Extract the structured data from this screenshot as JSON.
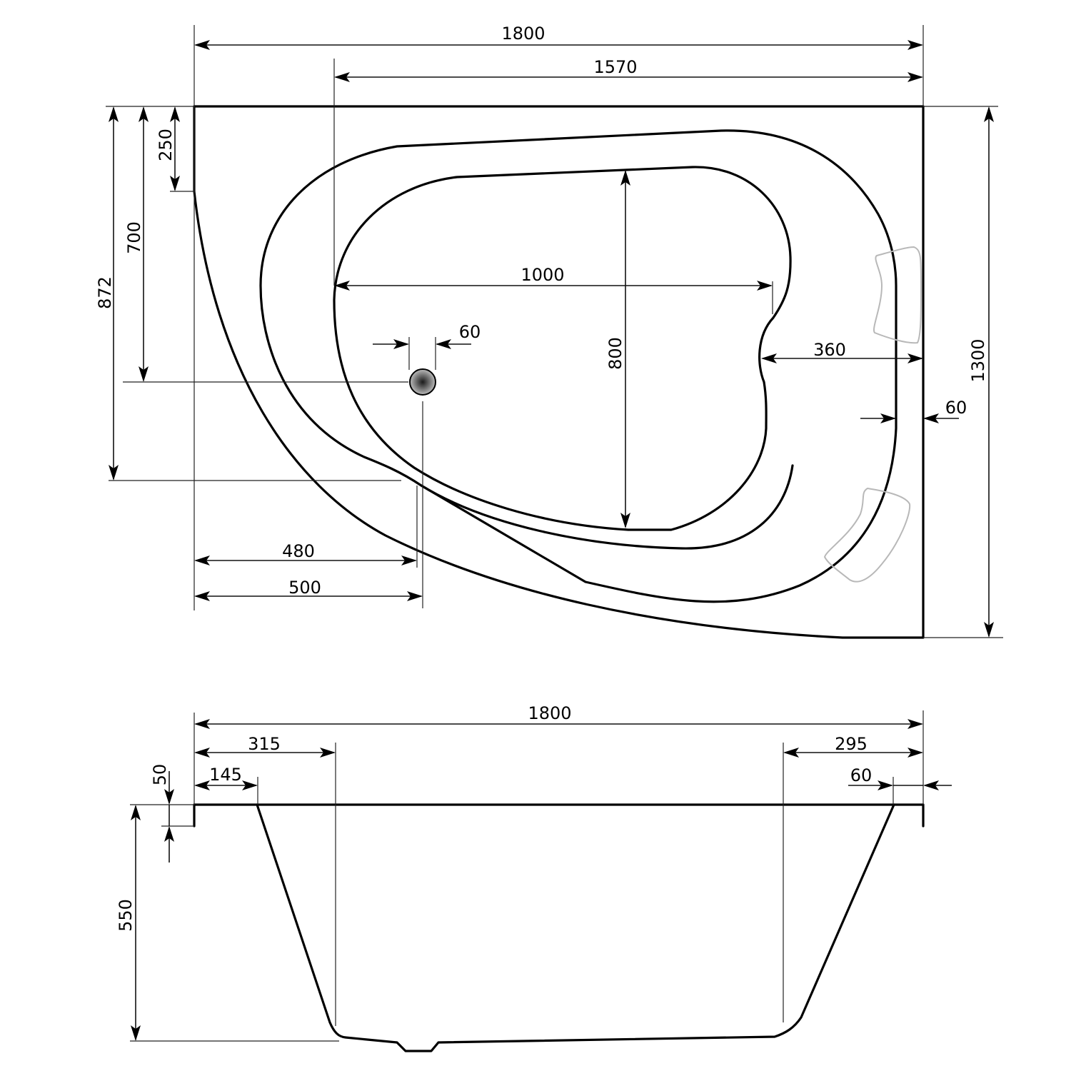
{
  "drawing": {
    "type": "corner bathtub technical drawing",
    "units": "mm",
    "line_color": "#000000",
    "headrest_color": "#b8b8b8"
  },
  "top_view": {
    "dimensions": {
      "overall_length": "1800",
      "length_from_inner_edge": "1570",
      "overall_width": "1300",
      "left_straight_edge": "250",
      "drain_from_top": "700",
      "curve_transition_from_top": "872",
      "basin_length": "1000",
      "basin_width": "800",
      "drain_diameter": "60",
      "right_rim_width": "60",
      "basin_to_right_edge": "360",
      "drain_from_left": "500",
      "curve_transition_from_left": "480"
    },
    "features": [
      "outer-rim",
      "inner-rim",
      "basin-outline",
      "drain",
      "headrest-upper",
      "headrest-lower"
    ]
  },
  "side_view": {
    "dimensions": {
      "overall_length": "1800",
      "left_slope_top": "315",
      "left_rim": "145",
      "right_slope_top": "295",
      "right_rim": "60",
      "lip_height": "50",
      "overall_height": "550"
    }
  }
}
